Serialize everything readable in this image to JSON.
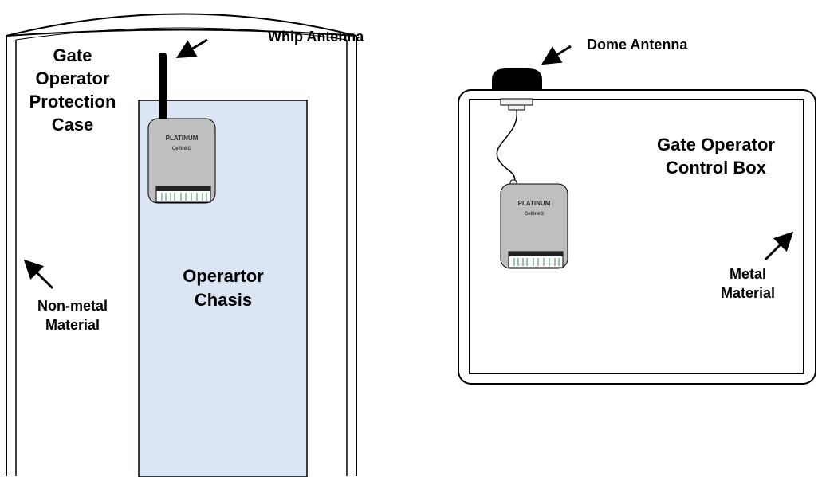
{
  "left_scene": {
    "labels": {
      "whip_antenna": "Whip Antenna",
      "case_line1": "Gate",
      "case_line2": "Operator",
      "case_line3": "Protection",
      "case_line4": "Case",
      "nonmetal_line1": "Non-metal",
      "nonmetal_line2": "Material",
      "chassis_line1": "Operartor",
      "chassis_line2": "Chasis"
    },
    "device": {
      "brand": "PLATINUM",
      "model": "CellinkG"
    }
  },
  "right_scene": {
    "labels": {
      "dome_antenna": "Dome Antenna",
      "box_line1": "Gate Operator",
      "box_line2": "Control Box",
      "metal_line1": "Metal",
      "metal_line2": "Material"
    },
    "device": {
      "brand": "PLATINUM",
      "model": "CellinkG"
    }
  },
  "colors": {
    "chassis_fill": "#dce5f3",
    "device_fill": "#bfbfbf",
    "terminal_green": "#2e8b57",
    "outline": "#000000"
  }
}
